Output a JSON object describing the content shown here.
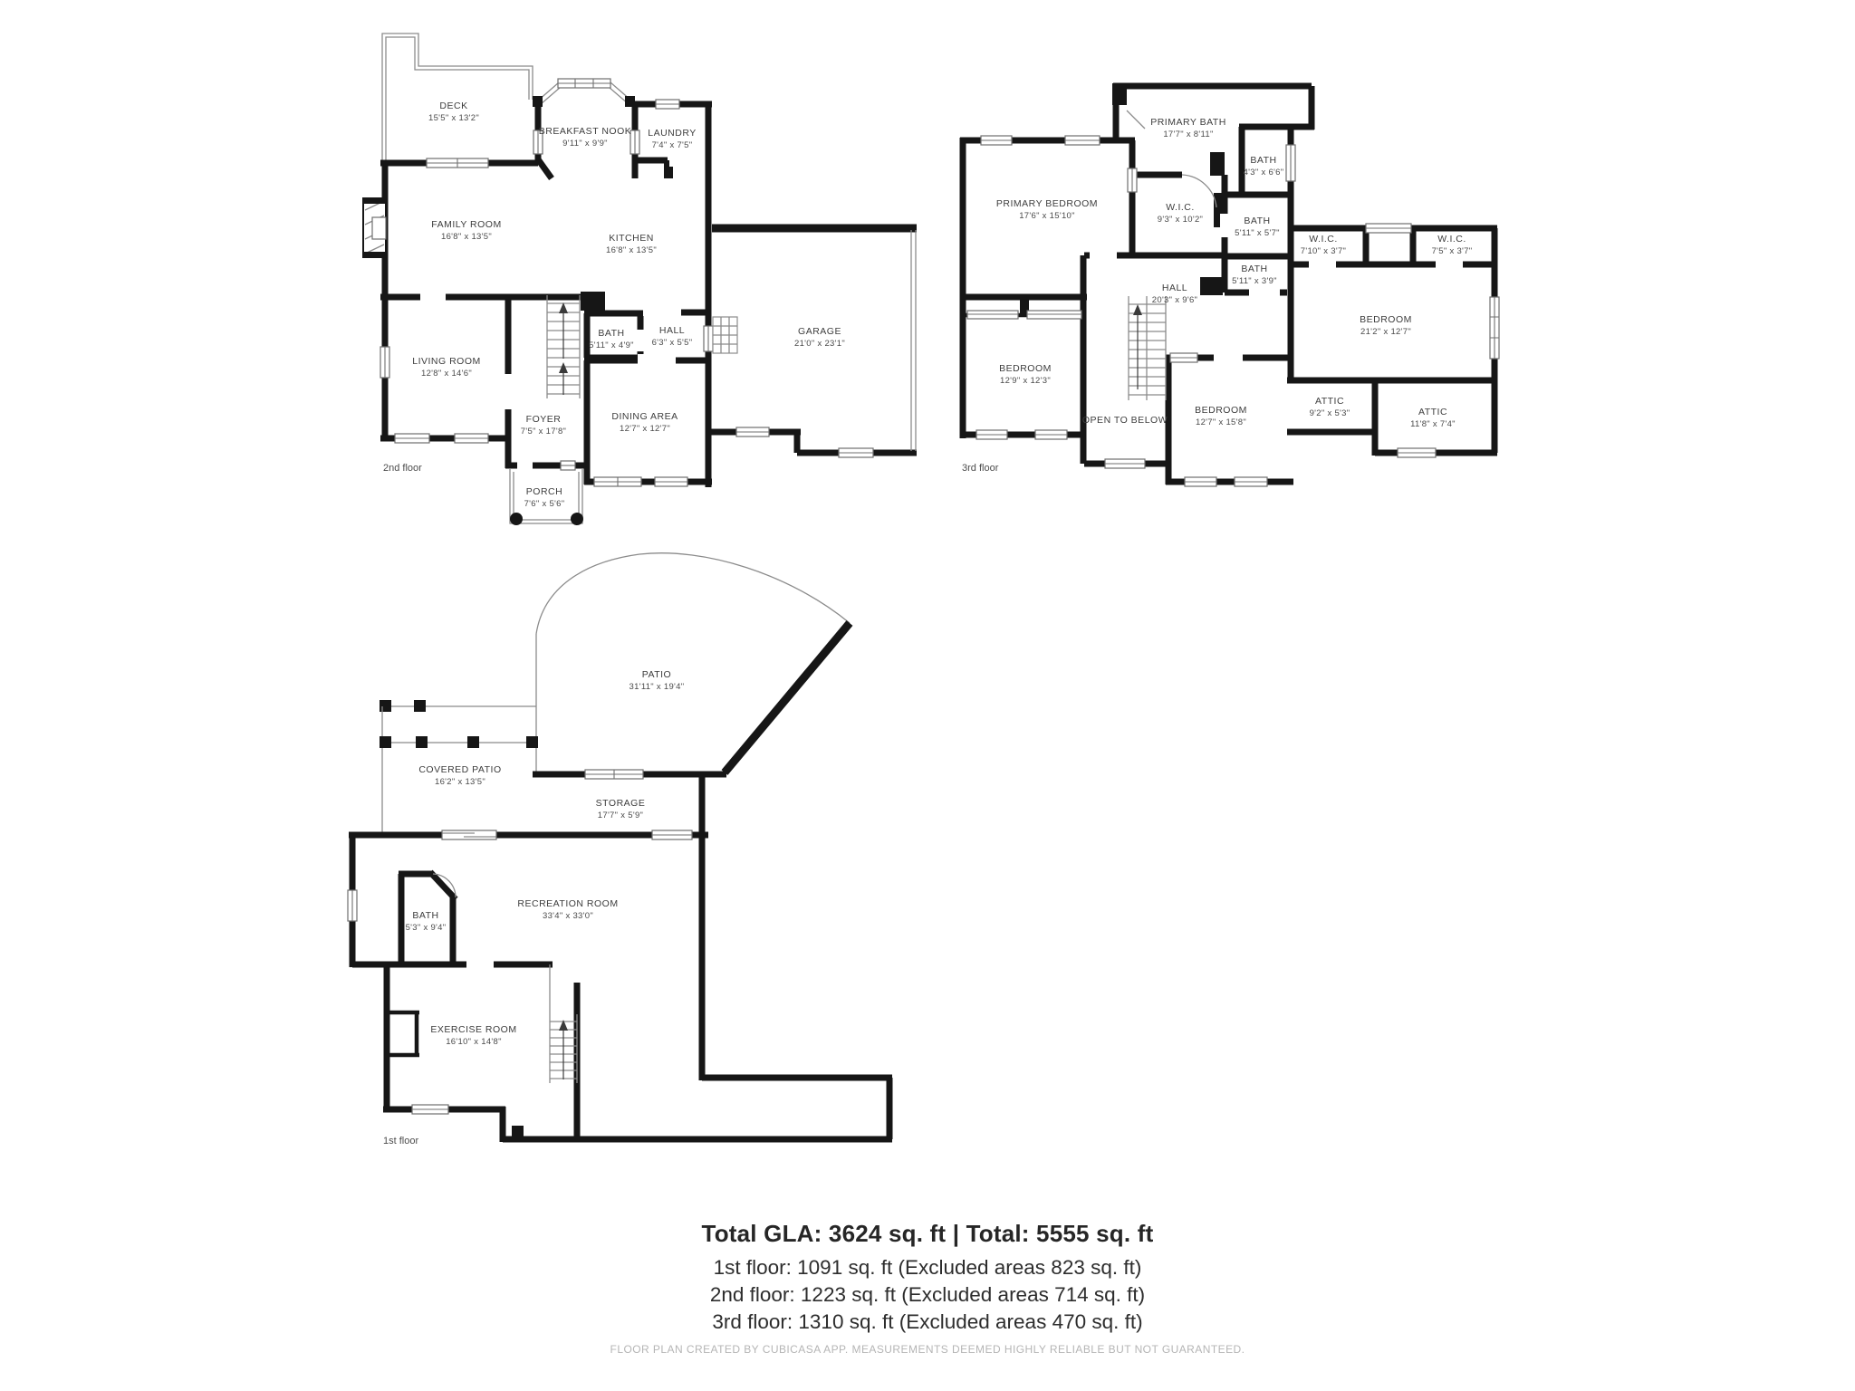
{
  "document": {
    "type": "floor-plan",
    "creator_note": "FLOOR PLAN CREATED BY CUBICASA APP. MEASUREMENTS DEEMED HIGHLY RELIABLE BUT NOT GUARANTEED."
  },
  "colors": {
    "wall": "#161616",
    "room_label": "#3d3d3d",
    "muted_text": "#b5b5b5",
    "background": "#ffffff"
  },
  "floors": {
    "second": {
      "tag": "2nd floor",
      "rooms": {
        "deck": {
          "name": "DECK",
          "dims": "15'5\" x 13'2\""
        },
        "breakfast_nook": {
          "name": "BREAKFAST NOOK",
          "dims": "9'11\" x 9'9\""
        },
        "laundry": {
          "name": "LAUNDRY",
          "dims": "7'4\" x 7'5\""
        },
        "family_room": {
          "name": "FAMILY ROOM",
          "dims": "16'8\" x 13'5\""
        },
        "kitchen": {
          "name": "KITCHEN",
          "dims": "16'8\" x 13'5\""
        },
        "bath": {
          "name": "BATH",
          "dims": "5'11\" x 4'9\""
        },
        "hall": {
          "name": "HALL",
          "dims": "6'3\" x 5'5\""
        },
        "garage": {
          "name": "GARAGE",
          "dims": "21'0\" x 23'1\""
        },
        "living_room": {
          "name": "LIVING ROOM",
          "dims": "12'8\" x 14'6\""
        },
        "foyer": {
          "name": "FOYER",
          "dims": "7'5\" x 17'8\""
        },
        "dining_area": {
          "name": "DINING AREA",
          "dims": "12'7\" x 12'7\""
        },
        "porch": {
          "name": "PORCH",
          "dims": "7'6\" x 5'6\""
        }
      }
    },
    "third": {
      "tag": "3rd floor",
      "rooms": {
        "primary_bedroom": {
          "name": "PRIMARY BEDROOM",
          "dims": "17'6\" x 15'10\""
        },
        "primary_bath": {
          "name": "PRIMARY BATH",
          "dims": "17'7\" x 8'11\""
        },
        "wic_1": {
          "name": "W.I.C.",
          "dims": "9'3\" x 10'2\""
        },
        "bath_a": {
          "name": "BATH",
          "dims": "4'3\" x 6'6\""
        },
        "bath_b": {
          "name": "BATH",
          "dims": "5'11\" x 5'7\""
        },
        "bath_c": {
          "name": "BATH",
          "dims": "5'11\" x 3'9\""
        },
        "wic_2": {
          "name": "W.I.C.",
          "dims": "7'10\" x 3'7\""
        },
        "wic_3": {
          "name": "W.I.C.",
          "dims": "7'5\" x 3'7\""
        },
        "bedroom_1": {
          "name": "BEDROOM",
          "dims": "21'2\" x 12'7\""
        },
        "hall": {
          "name": "HALL",
          "dims": "20'3\" x 9'6\""
        },
        "bedroom_2": {
          "name": "BEDROOM",
          "dims": "12'9\" x 12'3\""
        },
        "open_to_below": {
          "name": "OPEN TO BELOW"
        },
        "bedroom_3": {
          "name": "BEDROOM",
          "dims": "12'7\" x 15'8\""
        },
        "attic_1": {
          "name": "ATTIC",
          "dims": "9'2\" x 5'3\""
        },
        "attic_2": {
          "name": "ATTIC",
          "dims": "11'8\" x 7'4\""
        }
      }
    },
    "first": {
      "tag": "1st floor",
      "rooms": {
        "patio": {
          "name": "PATIO",
          "dims": "31'11\" x 19'4\""
        },
        "covered_patio": {
          "name": "COVERED PATIO",
          "dims": "16'2\" x 13'5\""
        },
        "storage": {
          "name": "STORAGE",
          "dims": "17'7\" x 5'9\""
        },
        "recreation_room": {
          "name": "RECREATION ROOM",
          "dims": "33'4\" x 33'0\""
        },
        "bath": {
          "name": "BATH",
          "dims": "5'3\" x 9'4\""
        },
        "exercise_room": {
          "name": "EXERCISE ROOM",
          "dims": "16'10\" x 14'8\""
        }
      }
    }
  },
  "summary": {
    "total_line": "Total GLA: 3624 sq. ft | Total: 5555 sq. ft",
    "floor_lines": [
      "1st floor: 1091 sq. ft (Excluded areas 823 sq. ft)",
      "2nd floor: 1223 sq. ft (Excluded areas 714 sq. ft)",
      "3rd floor: 1310 sq. ft (Excluded areas 470 sq. ft)"
    ],
    "disclaimer": "FLOOR PLAN CREATED BY CUBICASA APP. MEASUREMENTS DEEMED HIGHLY RELIABLE BUT NOT GUARANTEED."
  }
}
